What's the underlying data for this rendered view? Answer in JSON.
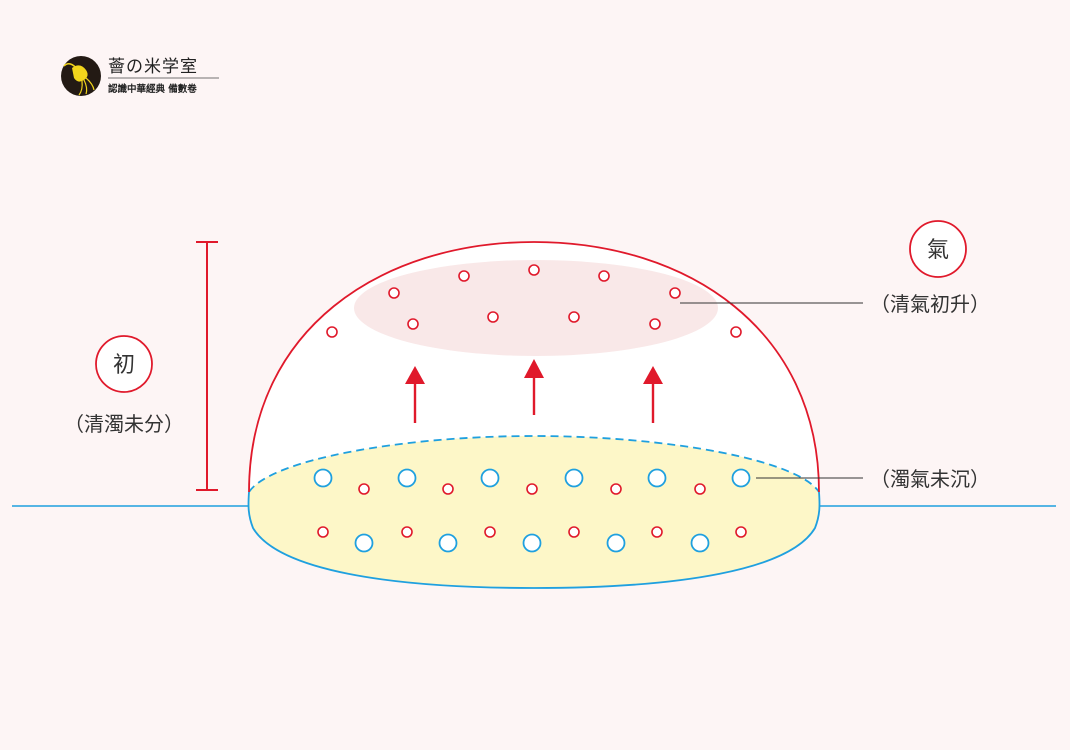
{
  "logo": {
    "title": "薈の米学室",
    "subtitle": "認識中華經典 備數卷",
    "icon": "phoenix-emblem"
  },
  "labels": {
    "chu_char": "初",
    "chu_desc": "（清濁未分）",
    "qi_char": "氣",
    "qi_desc": "（清氣初升）",
    "lower_desc": "（濁氣未沉）"
  },
  "colors": {
    "background": "#fdf5f5",
    "red": "#e0192b",
    "blue": "#1fa0df",
    "yellow_fill": "#fdf7c8",
    "light_pink": "#f9e8e8"
  }
}
